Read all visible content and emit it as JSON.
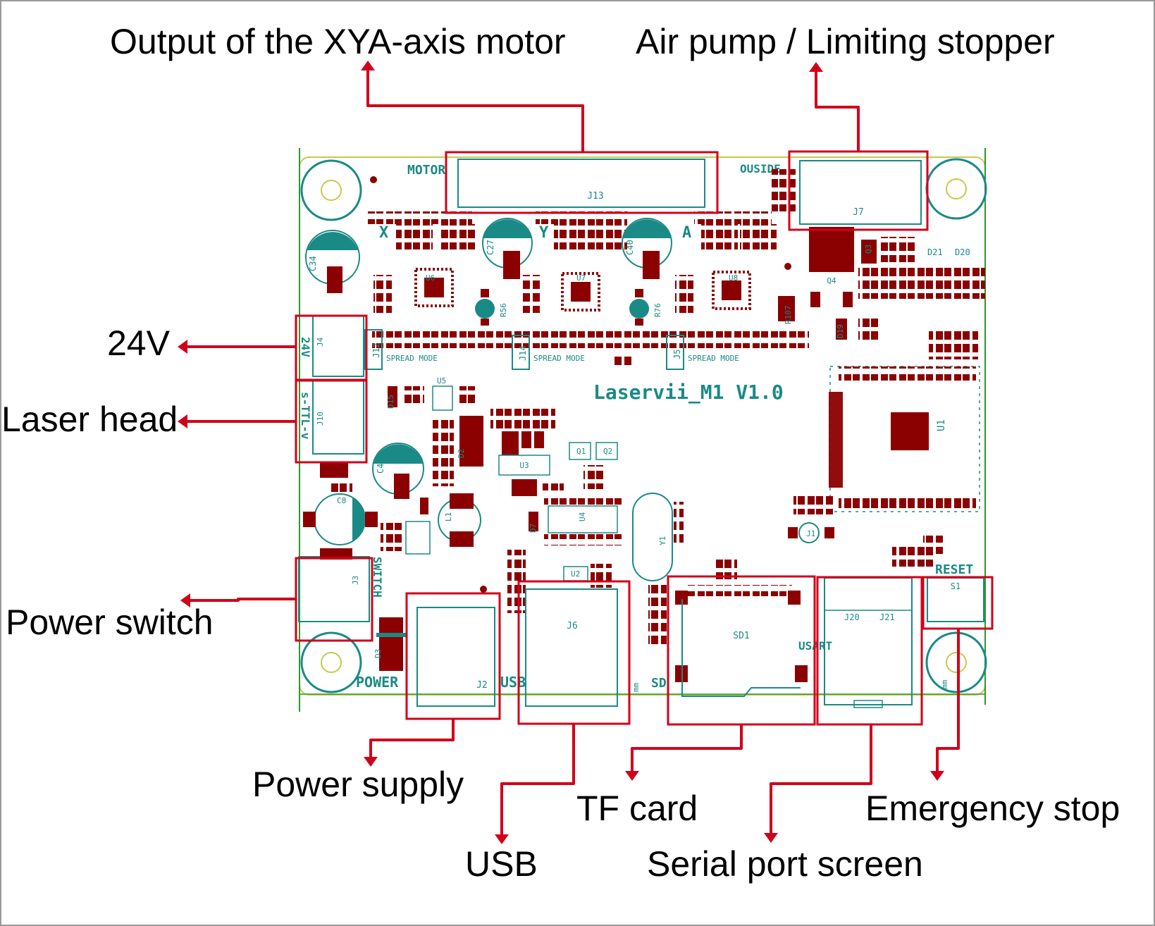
{
  "board": {
    "name": "Laservii_M1 V1.0",
    "silkscreen": {
      "motor": "MOTOR",
      "ouside": "OUSIDE",
      "axis_x": "X",
      "axis_y": "Y",
      "axis_a": "A",
      "spread_mode": "SPREAD MODE",
      "j4_24v": "24V",
      "j10_label": "s-TTL-v",
      "switch": "SWITCH",
      "power": "POWER",
      "usb": "USB",
      "sd": "SD",
      "usart": "USART",
      "reset": "RESET",
      "mm": "mm"
    },
    "components": {
      "J13": "J13",
      "J7": "J7",
      "J4": "J4",
      "J10": "J10",
      "J3": "J3",
      "J2": "J2",
      "J6": "J6",
      "SD1": "SD1",
      "J20": "J20",
      "J21": "J21",
      "S1": "S1",
      "U1": "U1",
      "U3": "U3",
      "U4": "U4",
      "U5": "U5",
      "U6": "U6",
      "U7": "U7",
      "U8": "U8",
      "U2": "U2",
      "Y1": "Y1",
      "L1": "L1",
      "Q1": "Q1",
      "Q2": "Q2",
      "Q3": "Q3",
      "Q4": "Q4",
      "C34": "C34",
      "C27": "C27",
      "C40": "C40",
      "C4": "C4",
      "C8": "C8",
      "R56": "R56",
      "R76": "R76",
      "R107": "R107",
      "D2": "D2",
      "D3": "D3",
      "D7": "D7",
      "D15": "D15",
      "D19": "D19",
      "D20": "D20",
      "D21": "D21",
      "J12": "J12",
      "J14": "J14",
      "J5": "J5",
      "J1": "J1"
    }
  },
  "callouts": {
    "motor_output": "Output of the XYA-axis motor",
    "air_pump": "Air pump / Limiting stopper",
    "v24": "24V",
    "laser_head": "Laser head",
    "power_switch": "Power switch",
    "power_supply": "Power supply",
    "usb": "USB",
    "tf_card": "TF card",
    "serial_port": "Serial port screen",
    "emergency_stop": "Emergency stop"
  },
  "colors": {
    "highlight": "#d0021b",
    "silkscreen": "#1a8a86",
    "pad": "#8b0000",
    "board_outline": "#c8c850"
  }
}
